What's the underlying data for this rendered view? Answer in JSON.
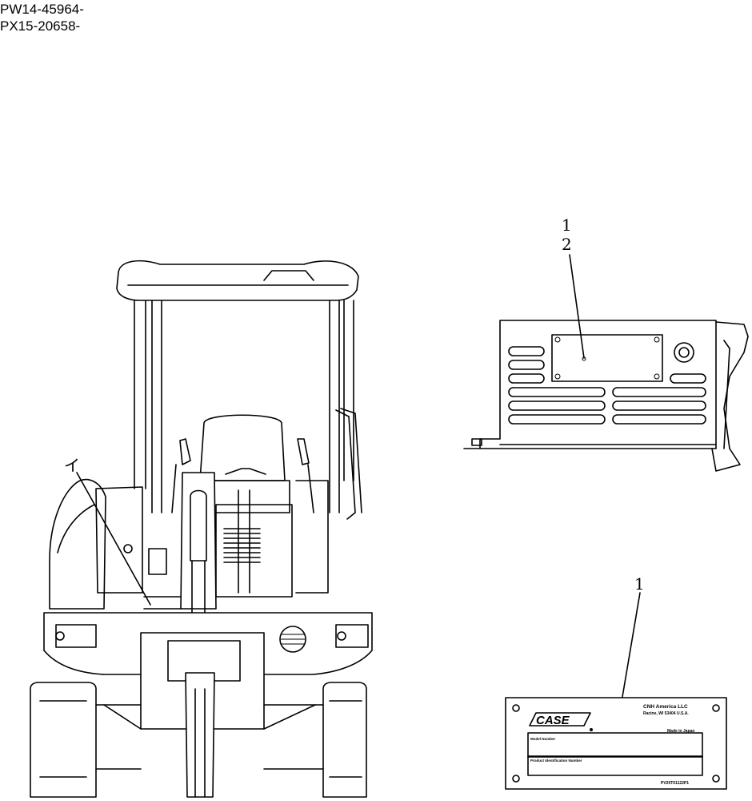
{
  "serial_numbers": [
    "PW14-45964-",
    "PX15-20658-"
  ],
  "callouts": {
    "detail_top_line1": "1",
    "detail_top_line2": "2",
    "detail_bottom": "1",
    "machine_marker": "イ"
  },
  "plate": {
    "brand": "CASE",
    "maker": "CNH America LLC",
    "address": "Racine, WI 53404 U.S.A.",
    "made_in": "Made in Japan",
    "field1_label": "Model Number",
    "field2_label": "Product Identification Number",
    "part_number": "PV20T01122P1"
  }
}
